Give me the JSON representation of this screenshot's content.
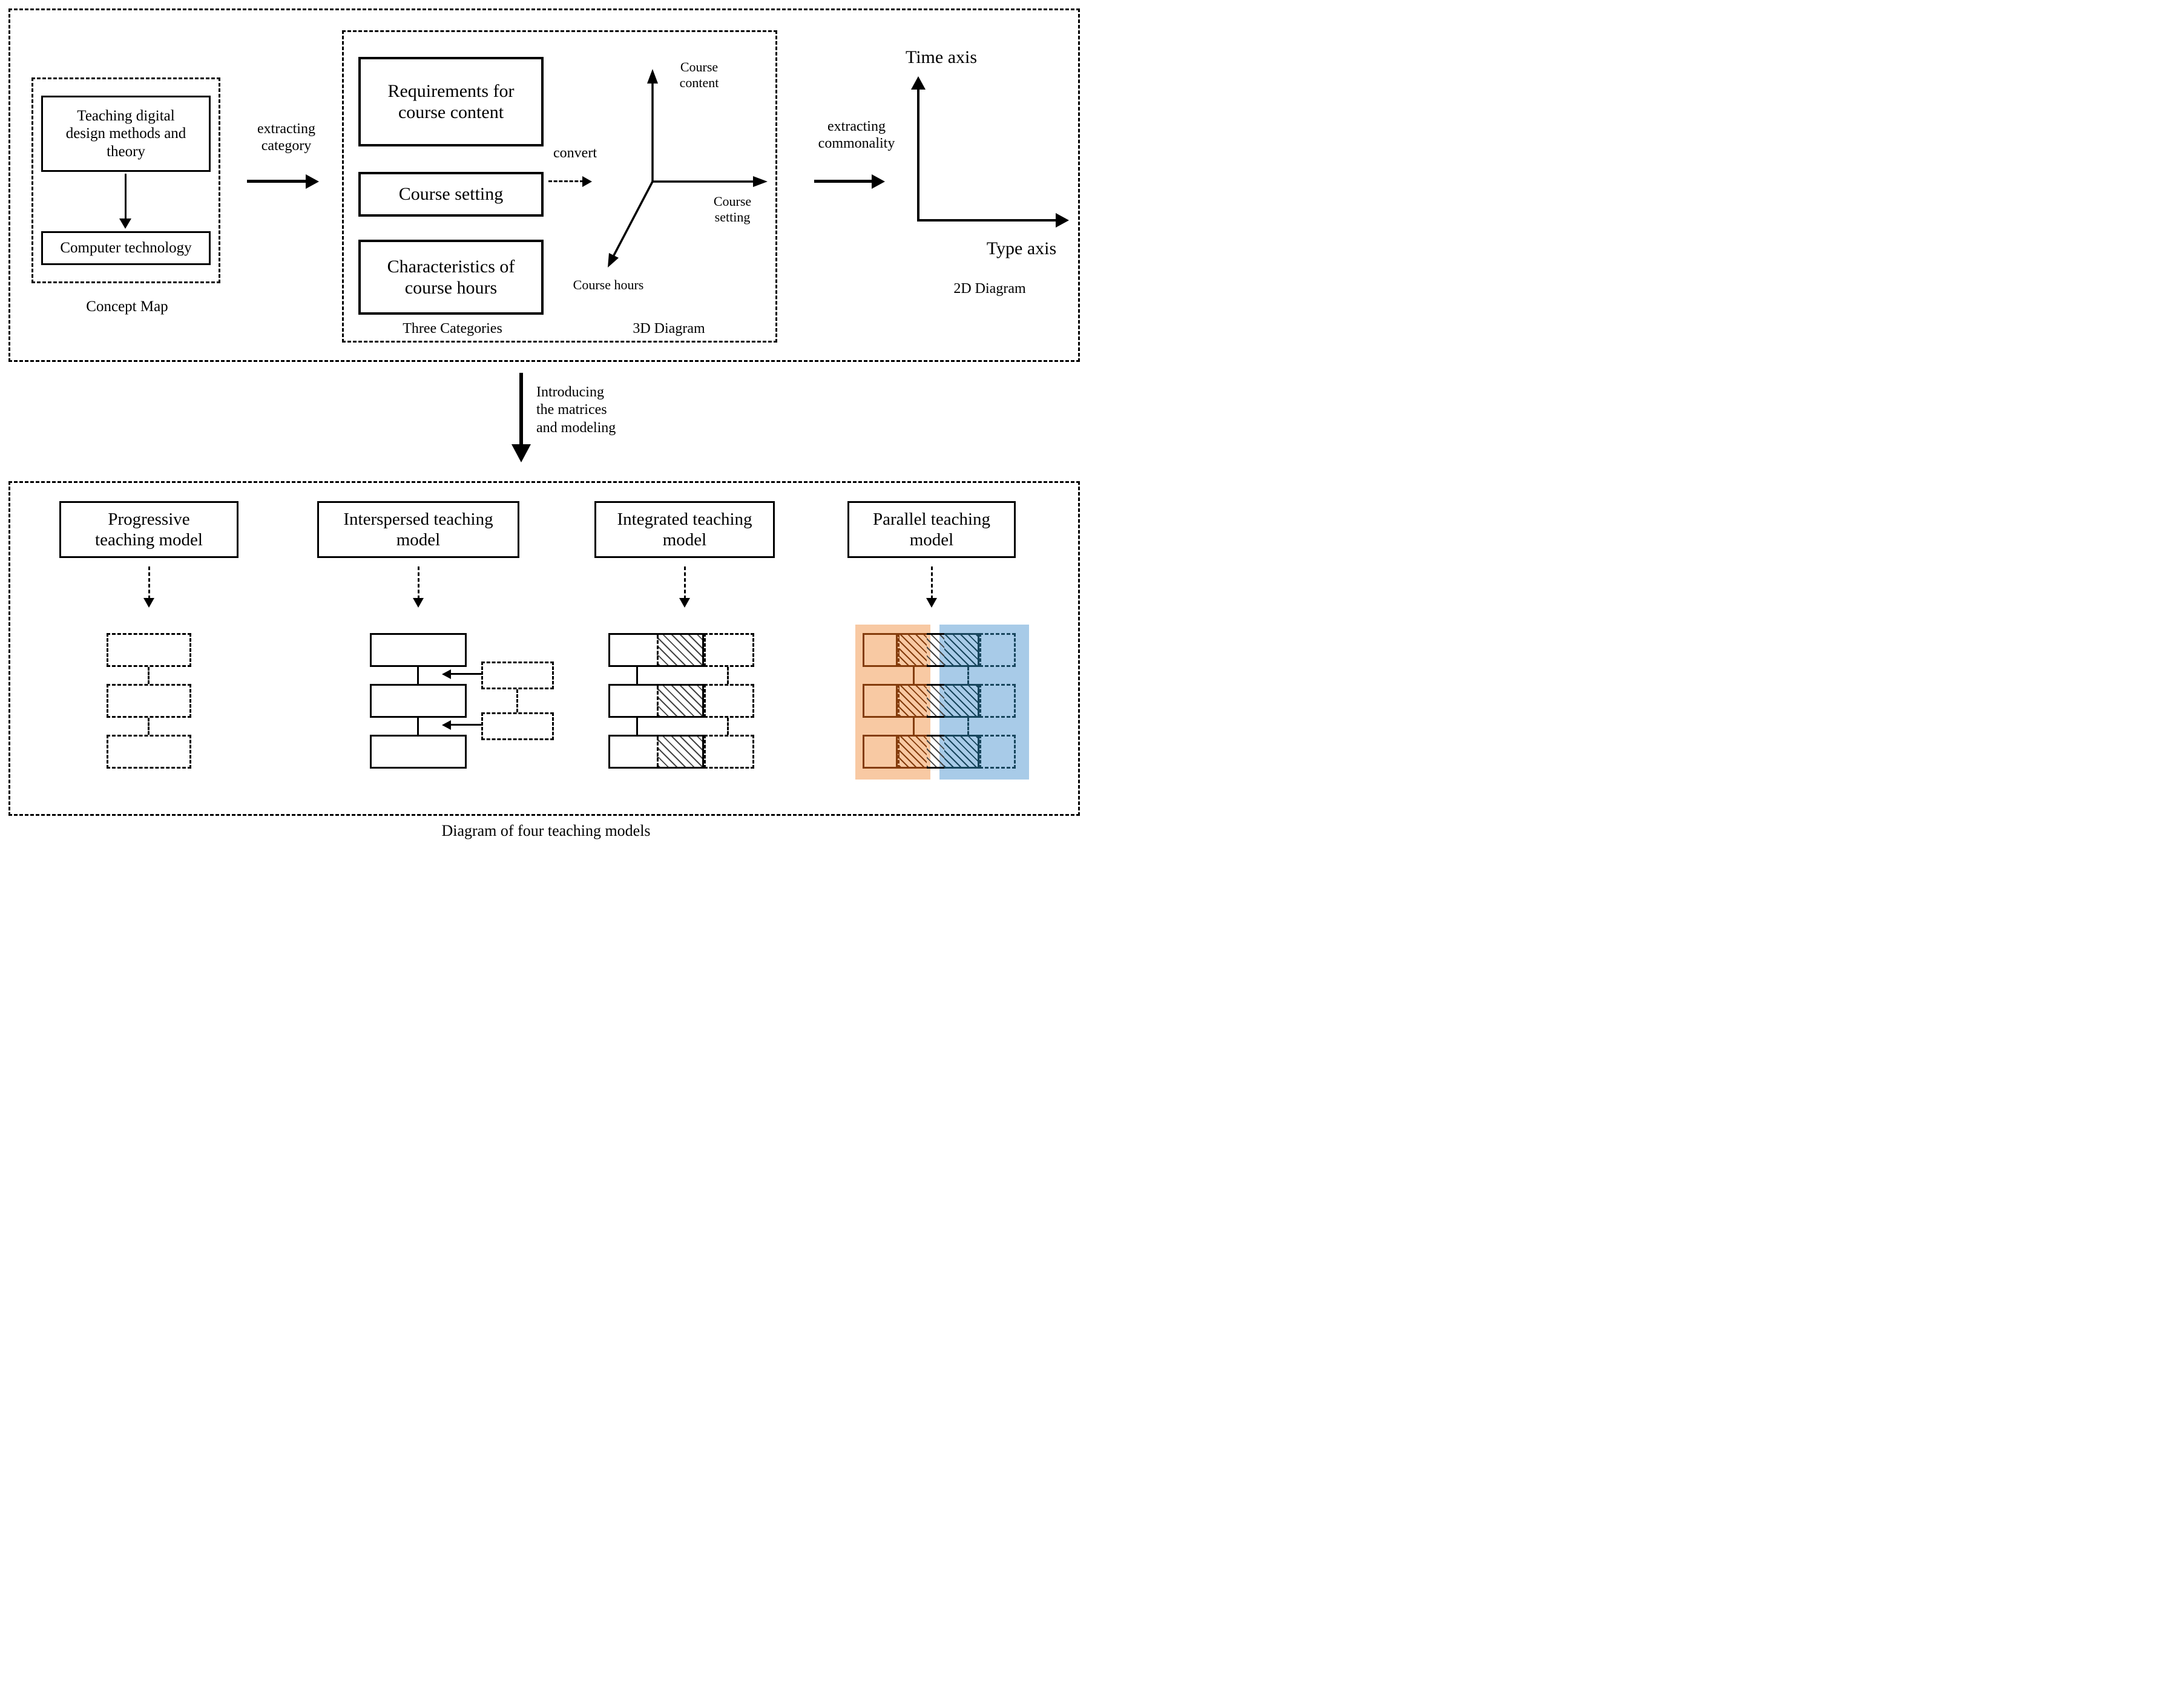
{
  "figure": {
    "top": {
      "concept_map": {
        "box_theory": "Teaching digital design methods and theory",
        "box_computer": "Computer technology",
        "label": "Concept Map"
      },
      "extract_category_label": "extracting category",
      "three_categories": {
        "box_requirements": "Requirements for course content",
        "box_setting": "Course setting",
        "box_hours": "Characteristics of course hours",
        "label": "Three Categories"
      },
      "convert_label": "convert",
      "diagram_3d": {
        "axis_up_label": "Course content",
        "axis_right_label": "Course setting",
        "axis_diagonal_label": "Course hours",
        "label": "3D Diagram"
      },
      "extract_commonality_label": "extracting commonality",
      "diagram_2d": {
        "axis_vertical_label": "Time axis",
        "axis_horizontal_label": "Type axis",
        "label": "2D Diagram"
      }
    },
    "transition_label": "Introducing the matrices and modeling",
    "bottom": {
      "models": [
        {
          "title": "Progressive teaching model"
        },
        {
          "title": "Interspersed teaching model"
        },
        {
          "title": "Integrated teaching model"
        },
        {
          "title": "Parallel teaching model"
        }
      ],
      "caption": "Diagram of four teaching models"
    },
    "colors": {
      "orange_band": "#F8C9A3",
      "blue_band": "#A8CBE8",
      "brown": "#843C0C",
      "dark_blue": "#17455C"
    }
  }
}
